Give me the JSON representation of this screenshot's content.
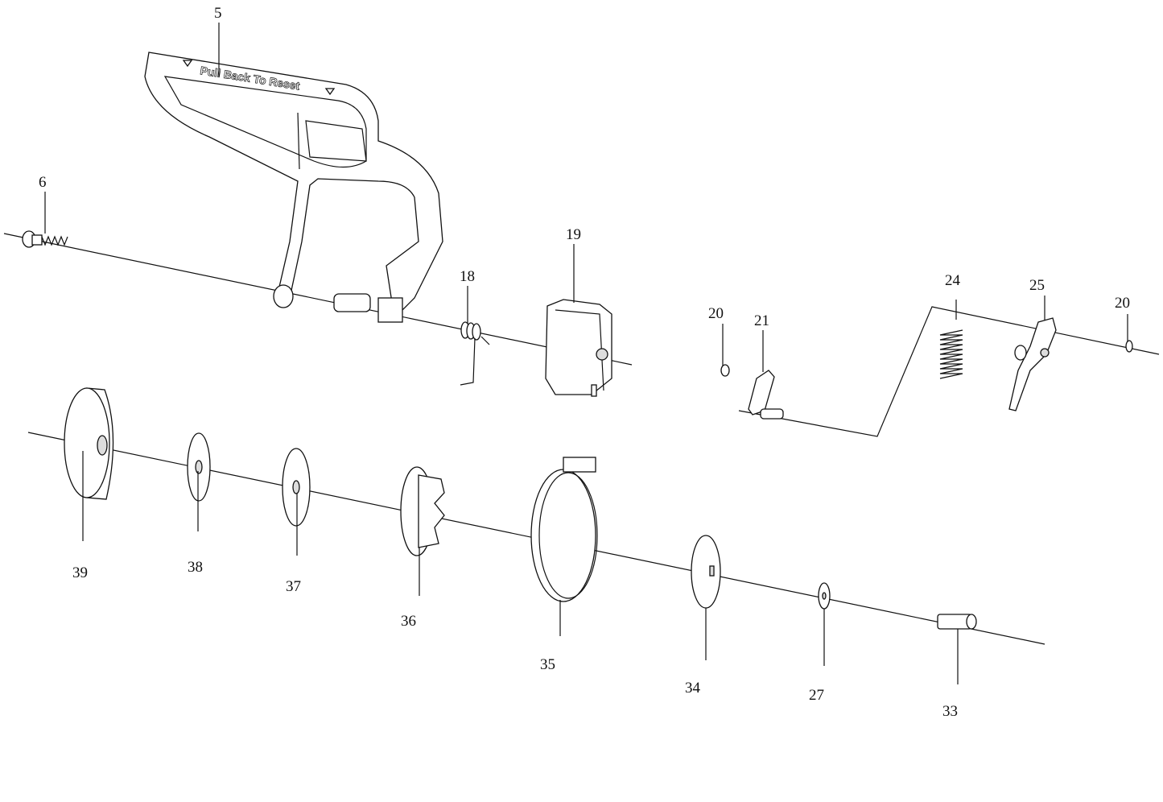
{
  "diagram": {
    "handle_text": "Pull Back To Reset",
    "part_labels": [
      {
        "id": "5",
        "part": "handle"
      },
      {
        "id": "6",
        "part": "screw"
      },
      {
        "id": "18",
        "part": "torsion-spring"
      },
      {
        "id": "19",
        "part": "housing"
      },
      {
        "id": "20",
        "part": "clip-left"
      },
      {
        "id": "21",
        "part": "lever"
      },
      {
        "id": "24",
        "part": "coil-spring"
      },
      {
        "id": "25",
        "part": "pawl"
      },
      {
        "id": "20",
        "part": "clip-right"
      },
      {
        "id": "39",
        "part": "drum"
      },
      {
        "id": "38",
        "part": "washer"
      },
      {
        "id": "37",
        "part": "washer-large"
      },
      {
        "id": "36",
        "part": "ratchet-wheel"
      },
      {
        "id": "35",
        "part": "brake-band"
      },
      {
        "id": "34",
        "part": "disc"
      },
      {
        "id": "27",
        "part": "small-washer"
      },
      {
        "id": "33",
        "part": "bushing"
      }
    ]
  }
}
